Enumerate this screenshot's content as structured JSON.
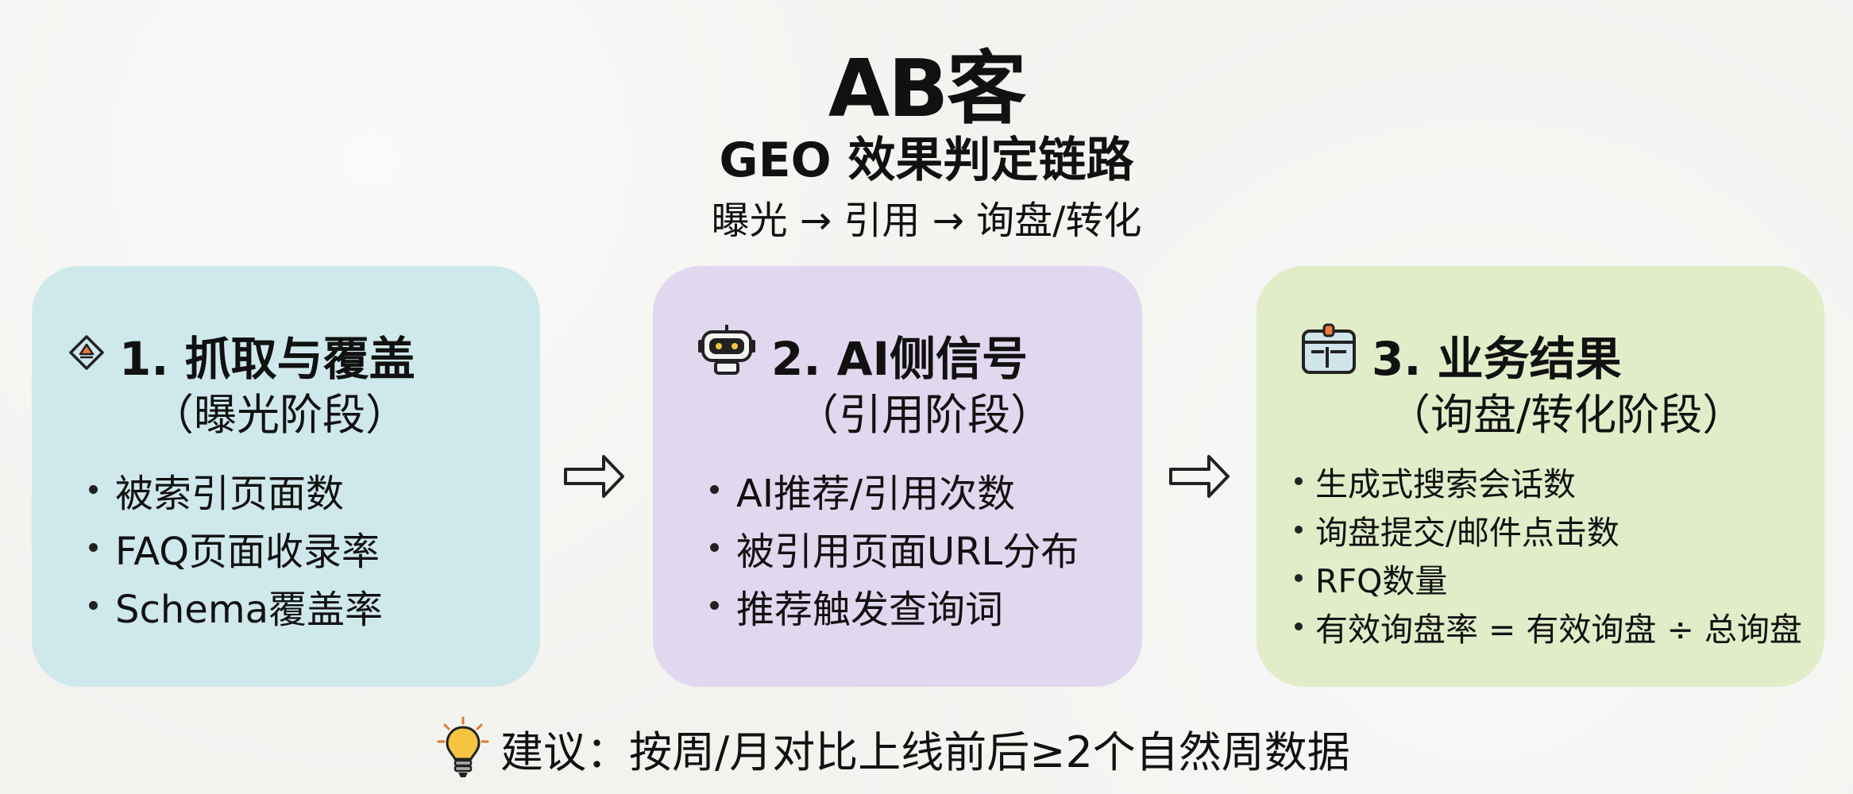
{
  "header": {
    "title": "AB客",
    "subtitle": "GEO 效果判定链路",
    "flow": "曝光 → 引用 → 询盘/转化"
  },
  "cards": [
    {
      "heading": "1. 抓取与覆盖",
      "stage": "（曝光阶段）",
      "icon": "diamond-icon",
      "color": "#cfe8ec",
      "items": [
        "被索引页面数",
        "FAQ页面收录率",
        "Schema覆盖率"
      ]
    },
    {
      "heading": "2. AI侧信号",
      "stage": "（引用阶段）",
      "icon": "robot-icon",
      "color": "#e1d7ee",
      "items": [
        "AI推荐/引用次数",
        "被引用页面URL分布",
        "推荐触发查询词"
      ]
    },
    {
      "heading": "3. 业务结果",
      "stage": "（询盘/转化阶段）",
      "icon": "calendar-icon",
      "color": "#e1ecc9",
      "items": [
        "生成式搜索会话数",
        "询盘提交/邮件点击数",
        "RFQ数量",
        "有效询盘率 = 有效询盘 ÷ 总询盘"
      ]
    }
  ],
  "tip": {
    "icon": "lightbulb-icon",
    "text": "建议：按周/月对比上线前后≥2个自然周数据"
  }
}
